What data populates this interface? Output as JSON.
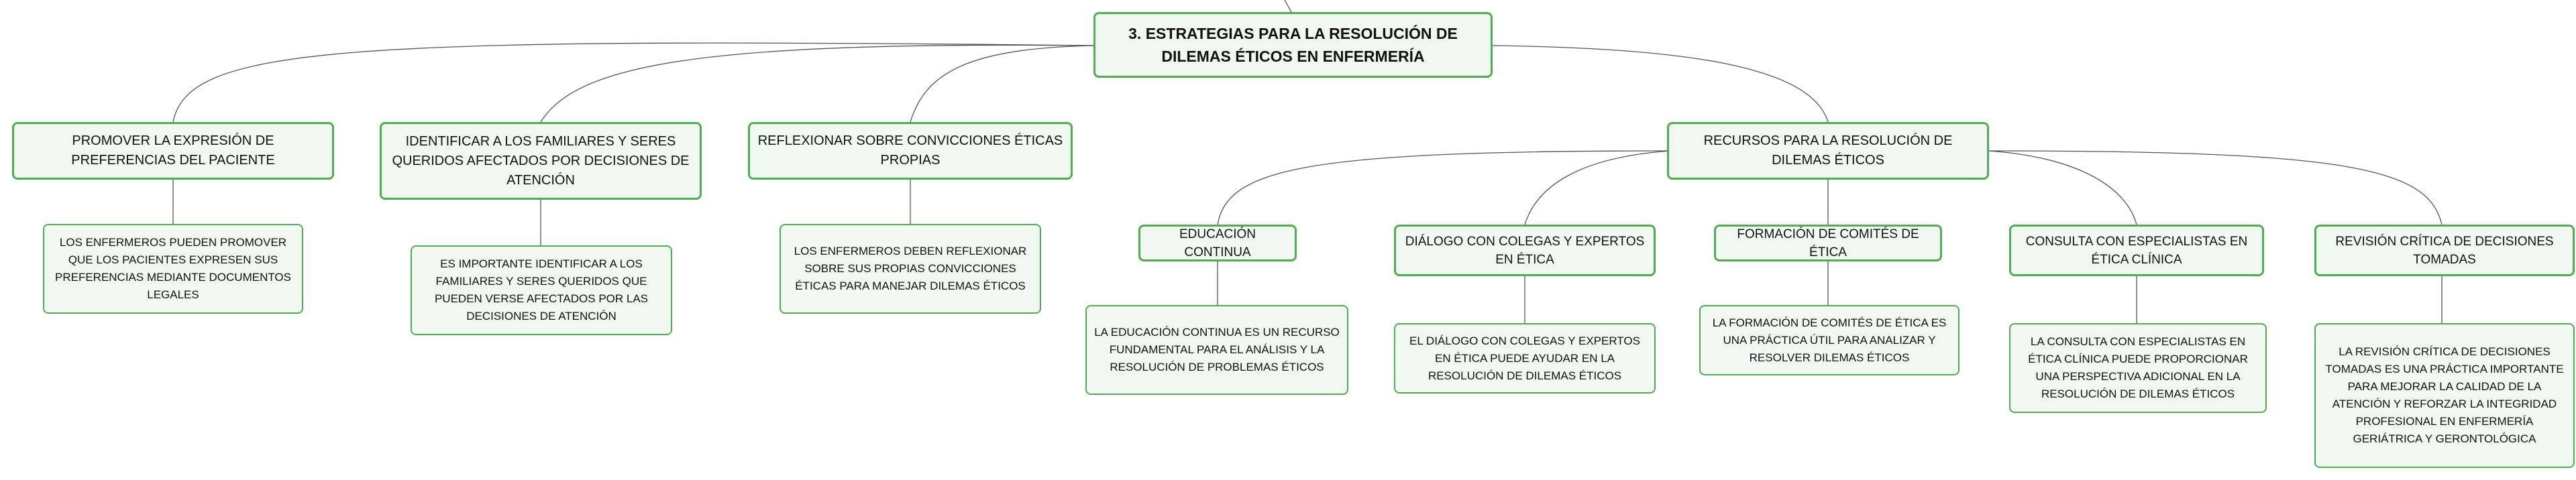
{
  "diagram": {
    "root": {
      "label": "3. ESTRATEGIAS PARA LA RESOLUCIÓN DE DILEMAS ÉTICOS EN ENFERMERÍA"
    },
    "branches": [
      {
        "label": "PROMOVER LA EXPRESIÓN DE PREFERENCIAS DEL PACIENTE",
        "detail": "LOS ENFERMEROS PUEDEN PROMOVER QUE LOS PACIENTES EXPRESEN SUS PREFERENCIAS MEDIANTE DOCUMENTOS LEGALES"
      },
      {
        "label": "IDENTIFICAR A LOS FAMILIARES Y SERES QUERIDOS AFECTADOS POR DECISIONES DE ATENCIÓN",
        "detail": "ES IMPORTANTE IDENTIFICAR A LOS FAMILIARES Y SERES QUERIDOS QUE PUEDEN VERSE AFECTADOS POR LAS DECISIONES DE ATENCIÓN"
      },
      {
        "label": "REFLEXIONAR SOBRE CONVICCIONES ÉTICAS PROPIAS",
        "detail": "LOS ENFERMEROS DEBEN REFLEXIONAR SOBRE SUS PROPIAS CONVICCIONES ÉTICAS PARA MANEJAR DILEMAS ÉTICOS"
      },
      {
        "label": "RECURSOS PARA LA RESOLUCIÓN DE DILEMAS ÉTICOS",
        "children": [
          {
            "label": "EDUCACIÓN CONTINUA",
            "detail": "LA EDUCACIÓN CONTINUA ES UN RECURSO FUNDAMENTAL PARA EL ANÁLISIS Y LA RESOLUCIÓN DE PROBLEMAS ÉTICOS"
          },
          {
            "label": "DIÁLOGO CON COLEGAS Y EXPERTOS EN ÉTICA",
            "detail": "EL DIÁLOGO CON COLEGAS Y EXPERTOS EN ÉTICA PUEDE AYUDAR EN LA RESOLUCIÓN DE DILEMAS ÉTICOS"
          },
          {
            "label": "FORMACIÓN DE COMITÉS DE ÉTICA",
            "detail": "LA FORMACIÓN DE COMITÉS DE ÉTICA ES UNA PRÁCTICA ÚTIL PARA ANALIZAR Y RESOLVER DILEMAS ÉTICOS"
          },
          {
            "label": "CONSULTA CON ESPECIALISTAS EN ÉTICA CLÍNICA",
            "detail": "LA CONSULTA CON ESPECIALISTAS EN ÉTICA CLÍNICA PUEDE PROPORCIONAR UNA PERSPECTIVA ADICIONAL EN LA RESOLUCIÓN DE DILEMAS ÉTICOS"
          },
          {
            "label": "REVISIÓN CRÍTICA DE DECISIONES TOMADAS",
            "detail": "LA REVISIÓN CRÍTICA DE DECISIONES TOMADAS ES UNA PRÁCTICA IMPORTANTE PARA MEJORAR LA CALIDAD DE LA ATENCIÓN Y REFORZAR LA INTEGRIDAD PROFESIONAL EN ENFERMERÍA GERIÁTRICA Y GERONTOLÓGICA"
          }
        ]
      }
    ]
  },
  "colors": {
    "node_border": "#4caf50",
    "node_fill": "#f0f8f1",
    "connector": "#555555"
  }
}
